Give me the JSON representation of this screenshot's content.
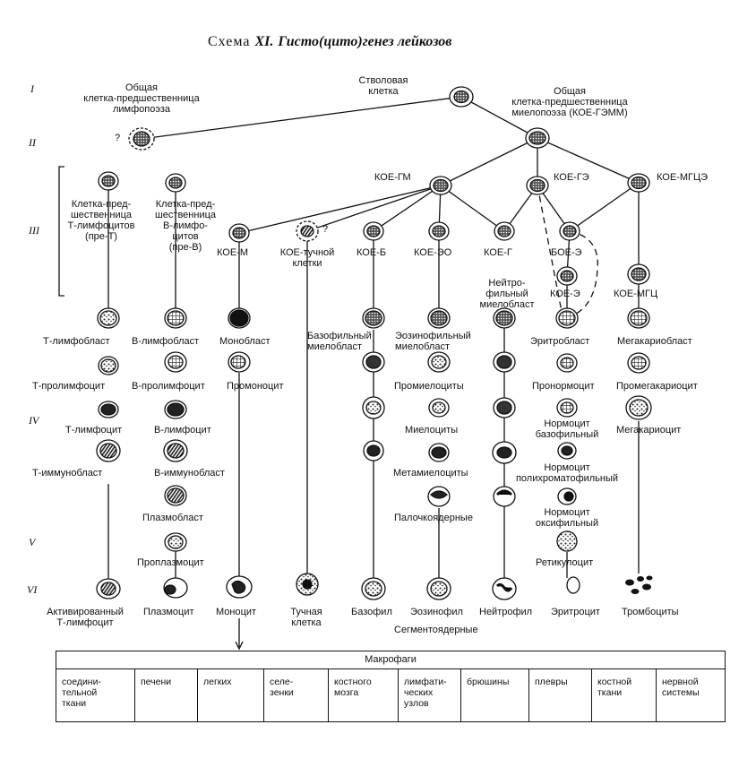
{
  "title": {
    "prefix": "Схема",
    "number": "XI.",
    "text": "Гисто(цито)генез лейкозов"
  },
  "roman_numerals": [
    "I",
    "II",
    "III",
    "IV",
    "V",
    "VI"
  ],
  "labels": {
    "stem_cell": "Стволовая\nклетка",
    "lymph_progenitor": "Общая\nклетка-предшественница\nлимфопоэза",
    "myelo_progenitor": "Общая\nклетка-предшественница\nмиелопоэза (КОЕ-ГЭММ)",
    "question": "?",
    "koe_gm": "КОЕ-ГМ",
    "koe_ge": "КОЕ-ГЭ",
    "koe_mgce": "КОЕ-МГЦЭ",
    "pre_t": "Клетка-пред-\nшественница\nТ-лимфоцитов\n(пре-Т)",
    "pre_b": "Клетка-пред-\nшественница\nВ-лимфо-\nцитов\n(пре-В)",
    "koe_m": "КОЕ-М",
    "koe_mast": "КОЕ-тучной\nклетки",
    "koe_b": "КОЕ-Б",
    "koe_eo": "КОЕ-ЭО",
    "koe_g": "КОЕ-Г",
    "boe_e": "БОЕ-Э",
    "koe_e": "КОЕ-Э",
    "koe_mgc": "КОЕ-МГЦ",
    "neutro_myeloblast": "Нейтро-\nфильный\nмиелобласт",
    "t_lymphoblast": "Т-лимфобласт",
    "b_lymphoblast": "В-лимфобласт",
    "monoblast": "Монобласт",
    "baso_myeloblast": "Базофильный\nмиелобласт",
    "eosino_myeloblast": "Эозинофильный\nмиелобласт",
    "erythroblast": "Эритробласт",
    "megakaryoblast": "Мегакариобласт",
    "t_prolymphocyte": "Т-пролимфоцит",
    "b_prolymphocyte": "В-пролимфоцит",
    "promonocyte": "Промоноцит",
    "promyelocytes": "Промиелоциты",
    "pronormocyte": "Пронормоцит",
    "promegakaryocyte": "Промегакариоцит",
    "t_lymphocyte": "Т-лимфоцит",
    "b_lymphocyte": "В-лимфоцит",
    "myelocytes": "Миелоциты",
    "normocyte_baso": "Нормоцит\nбазофильный",
    "megakaryocyte": "Мегакариоцит",
    "t_immunoblast": "Т-иммунобласт",
    "b_immunoblast": "В-иммунобласт",
    "metamyelocytes": "Метамиелоциты",
    "normocyte_poly": "Нормоцит\nполихроматофильный",
    "plasmoblast": "Плазмобласт",
    "band": "Палочкоядерные",
    "normocyte_oxy": "Нормоцит\nоксифильный",
    "proplasmocyte": "Проплазмоцит",
    "reticulocyte": "Ретикулоцит",
    "activated_t": "Активированный\nТ-лимфоцит",
    "plasmocyte": "Плазмоцит",
    "monocyte": "Моноцит",
    "mast_cell": "Тучная\nклетка",
    "basophil": "Базофил",
    "eosinophil": "Эозинофил",
    "neutrophil": "Нейтрофил",
    "erythrocyte": "Эритроцит",
    "thrombocytes": "Тромбоциты",
    "segmented": "Сегментоядерные"
  },
  "macrophages": {
    "header": "Макрофаги",
    "cells": [
      "соедини-\nтельной\nткани",
      "печени",
      "легких",
      "селе-\nзенки",
      "костного\nмозга",
      "лимфати-\nческих\nузлов",
      "брюшины",
      "плевры",
      "костной\nткани",
      "нервной\nсистемы"
    ]
  }
}
